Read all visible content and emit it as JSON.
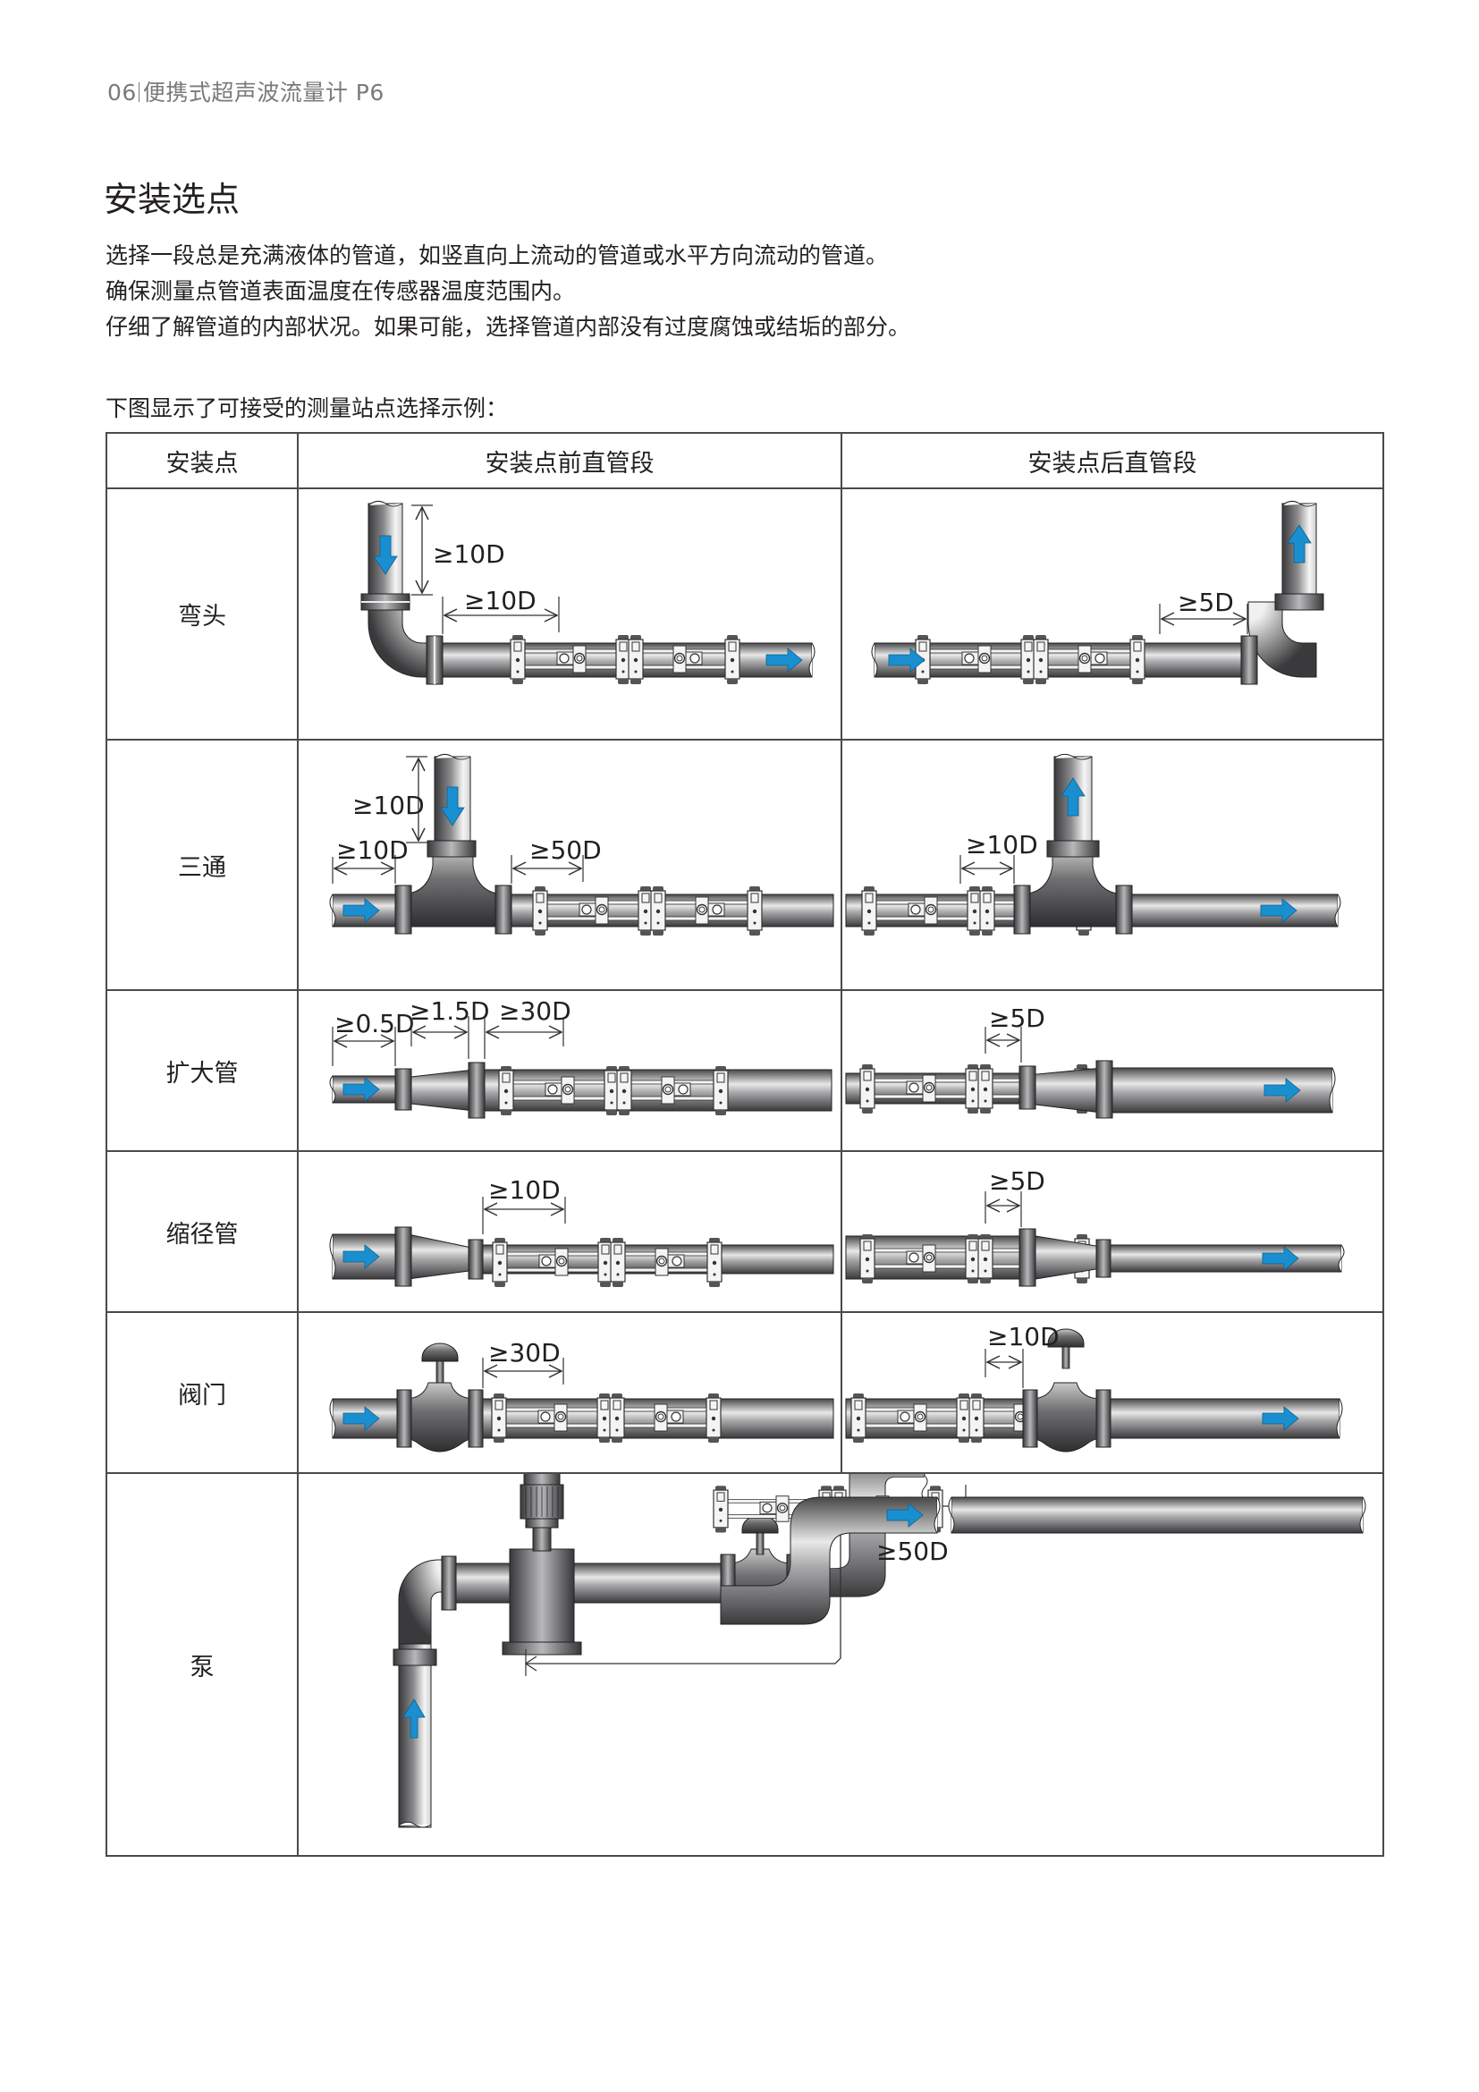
{
  "header": {
    "page_number": "06",
    "document_title": "便携式超声波流量计 P6"
  },
  "section": {
    "title": "安装选点",
    "paragraphs": [
      "选择一段总是充满液体的管道，如竖直向上流动的管道或水平方向流动的管道。",
      "确保测量点管道表面温度在传感器温度范围内。",
      "仔细了解管道的内部状况。如果可能，选择管道内部没有过度腐蚀或结垢的部分。"
    ],
    "figure_caption": "下图显示了可接受的测量站点选择示例："
  },
  "table": {
    "headers": [
      "安装点",
      "安装点前直管段",
      "安装点后直管段"
    ],
    "rows": [
      {
        "label": "弯头",
        "upstream": [
          "≥10D",
          "≥10D"
        ],
        "downstream": [
          "≥5D"
        ]
      },
      {
        "label": "三通",
        "upstream": [
          "≥10D",
          "≥10D",
          "≥50D"
        ],
        "downstream": [
          "≥10D"
        ]
      },
      {
        "label": "扩大管",
        "upstream": [
          "≥0.5D",
          "≥1.5D",
          "≥30D"
        ],
        "downstream": [
          "≥5D"
        ]
      },
      {
        "label": "缩径管",
        "upstream": [
          "≥10D"
        ],
        "downstream": [
          "≥5D"
        ]
      },
      {
        "label": "阀门",
        "upstream": [
          "≥30D"
        ],
        "downstream": [
          "≥10D"
        ]
      },
      {
        "label": "泵",
        "combined": [
          "≥50D"
        ]
      }
    ]
  },
  "colors": {
    "flow_arrow": "#1a8fd0",
    "pipe_dark": "#3a3a3c",
    "pipe_light": "#f2f2f2",
    "border": "#4a4a4a",
    "header_gray": "#7a7a7a"
  },
  "icons": {
    "flow_arrow": "flow-direction-arrow-icon",
    "sensor_clamp": "sensor-clamp-icon",
    "valve": "valve-icon",
    "pump": "pump-icon"
  }
}
